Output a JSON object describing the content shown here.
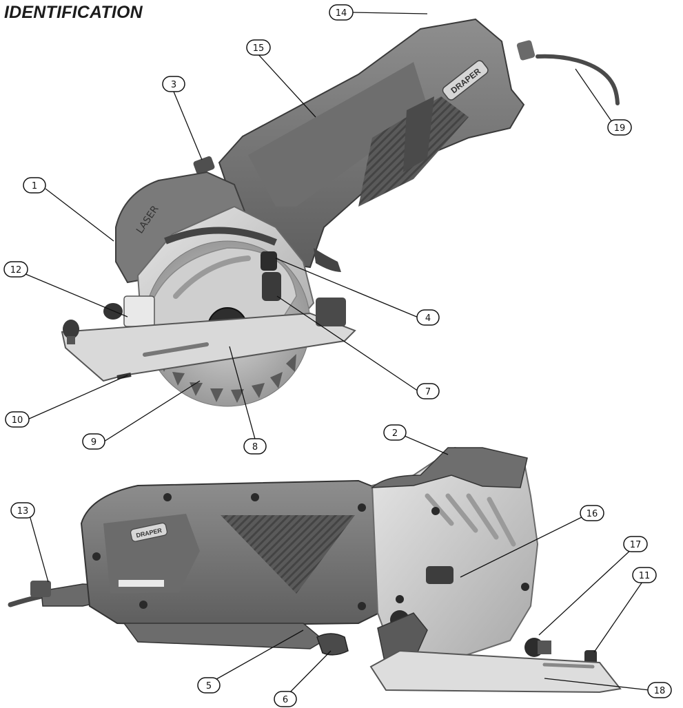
{
  "page": {
    "title": "IDENTIFICATION"
  },
  "illustration": {
    "upper_view_logo": "DRAPER",
    "upper_view_guard_text": "LASER",
    "lower_view_logo": "DRAPER"
  },
  "callouts": [
    {
      "id": "c1",
      "number": "1"
    },
    {
      "id": "c2",
      "number": "2"
    },
    {
      "id": "c3",
      "number": "3"
    },
    {
      "id": "c4",
      "number": "4"
    },
    {
      "id": "c5",
      "number": "5"
    },
    {
      "id": "c6",
      "number": "6"
    },
    {
      "id": "c7",
      "number": "7"
    },
    {
      "id": "c8",
      "number": "8"
    },
    {
      "id": "c9",
      "number": "9"
    },
    {
      "id": "c10",
      "number": "10"
    },
    {
      "id": "c11",
      "number": "11"
    },
    {
      "id": "c12",
      "number": "12"
    },
    {
      "id": "c13",
      "number": "13"
    },
    {
      "id": "c14",
      "number": "14"
    },
    {
      "id": "c15",
      "number": "15"
    },
    {
      "id": "c16",
      "number": "16"
    },
    {
      "id": "c17",
      "number": "17"
    },
    {
      "id": "c18",
      "number": "18"
    },
    {
      "id": "c19",
      "number": "19"
    }
  ]
}
